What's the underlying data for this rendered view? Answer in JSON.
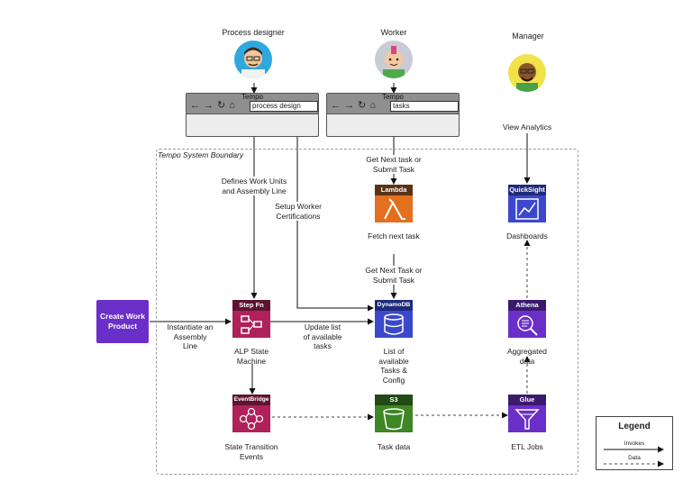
{
  "actors": {
    "designer": "Process designer",
    "worker": "Worker",
    "manager": "Manager"
  },
  "browsers": {
    "designer": {
      "title": "Tempo",
      "url": "process design"
    },
    "worker": {
      "title": "Tempo",
      "url": "tasks"
    }
  },
  "boundary_title": "Tempo System Boundary",
  "create_button": "Create Work Product",
  "services": {
    "lambda": {
      "name": "Lambda",
      "caption": "Fetch next task",
      "color": "#e4701e",
      "head": "#5a3216"
    },
    "quicksight": {
      "name": "QuickSight",
      "caption": "Dashboards",
      "color": "#3b48cc",
      "head": "#1f2a7a"
    },
    "stepfn": {
      "name": "Step Fn",
      "caption": "ALP State Machine",
      "color": "#b0205a",
      "head": "#5d1431"
    },
    "dynamodb": {
      "name": "DynamoDB",
      "caption": "List of available Tasks & Config",
      "color": "#3b48cc",
      "head": "#1f2a7a"
    },
    "athena": {
      "name": "Athena",
      "caption": "Aggregated data",
      "color": "#6b2fc9",
      "head": "#3b1a6e"
    },
    "eventbridge": {
      "name": "EventBridge",
      "caption": "State Transition Events",
      "color": "#b0205a",
      "head": "#5d1431"
    },
    "s3": {
      "name": "S3",
      "caption": "Task data",
      "color": "#3f8624",
      "head": "#224a14"
    },
    "glue": {
      "name": "Glue",
      "caption": "ETL Jobs",
      "color": "#6b2fc9",
      "head": "#3b1a6e"
    }
  },
  "edge_labels": {
    "get_next_top": "Get Next task or Submit Task",
    "get_next_mid": "Get Next Task or Submit Task",
    "defines": "Defines Work Units and Assembly Line",
    "setup": "Setup Worker Certifications",
    "view_analytics": "View Analytics",
    "instantiate": "Instantiate an Assembly Line",
    "update_list": "Update list of available tasks"
  },
  "legend": {
    "title": "Legend",
    "invokes": "Invokes",
    "data": "Data"
  }
}
